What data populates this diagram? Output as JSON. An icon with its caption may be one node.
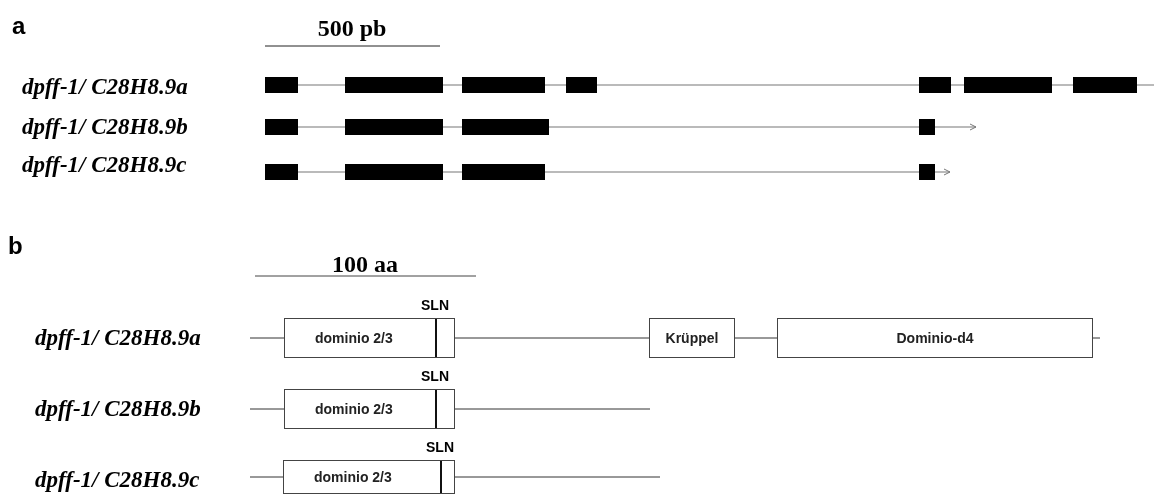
{
  "diagram": {
    "nodes": [
      {
        "text": [
          "dominio 2/3"
        ],
        "beside": [
          "SLN"
        ]
      },
      {
        "text": [
          "Krüppel"
        ]
      },
      {
        "text": [
          "Dominio-d4"
        ]
      },
      {
        "text": [
          "dominio 2/3"
        ],
        "beside": [
          "SLN"
        ]
      },
      {
        "text": [
          "dominio 2/3"
        ],
        "beside": [
          "SLN"
        ]
      }
    ],
    "edges": [
      {
        "from": 0,
        "to": 1,
        "arrow": "none"
      },
      {
        "from": 1,
        "to": 2,
        "arrow": "none"
      }
    ],
    "labels": [
      "a",
      "500 pb",
      "dpff-1/ C28H8.9a",
      "dpff-1/ C28H8.9b",
      "dpff-1/ C28H8.9c",
      "b",
      "100 aa",
      "dpff-1/ C28H8.9a",
      "dpff-1/ C28H8.9b",
      "dpff-1/ C28H8.9c"
    ]
  }
}
